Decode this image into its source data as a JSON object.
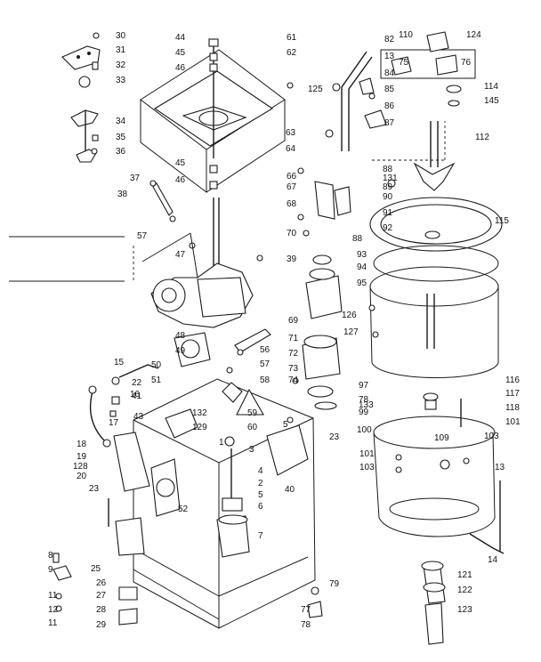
{
  "callouts": [
    {
      "id": "30",
      "text": "30"
    },
    {
      "id": "31",
      "text": "31"
    },
    {
      "id": "32",
      "text": "32"
    },
    {
      "id": "33",
      "text": "33"
    },
    {
      "id": "34",
      "text": "34"
    },
    {
      "id": "35",
      "text": "35"
    },
    {
      "id": "36",
      "text": "36"
    },
    {
      "id": "37",
      "text": "37"
    },
    {
      "id": "38",
      "text": "38"
    },
    {
      "id": "57a",
      "text": "57"
    },
    {
      "id": "44",
      "text": "44"
    },
    {
      "id": "45a",
      "text": "45"
    },
    {
      "id": "46a",
      "text": "46"
    },
    {
      "id": "45b",
      "text": "45"
    },
    {
      "id": "46b",
      "text": "46"
    },
    {
      "id": "61",
      "text": "61"
    },
    {
      "id": "62",
      "text": "62"
    },
    {
      "id": "47",
      "text": "47"
    },
    {
      "id": "39",
      "text": "39"
    },
    {
      "id": "82",
      "text": "82"
    },
    {
      "id": "13a",
      "text": "13"
    },
    {
      "id": "84",
      "text": "84"
    },
    {
      "id": "85",
      "text": "85"
    },
    {
      "id": "86",
      "text": "86"
    },
    {
      "id": "87",
      "text": "87"
    },
    {
      "id": "125",
      "text": "125"
    },
    {
      "id": "63",
      "text": "63"
    },
    {
      "id": "64",
      "text": "64"
    },
    {
      "id": "66",
      "text": "66"
    },
    {
      "id": "67",
      "text": "67"
    },
    {
      "id": "68",
      "text": "68"
    },
    {
      "id": "70",
      "text": "70"
    },
    {
      "id": "110",
      "text": "110"
    },
    {
      "id": "75",
      "text": "75"
    },
    {
      "id": "76",
      "text": "76"
    },
    {
      "id": "124",
      "text": "124"
    },
    {
      "id": "114",
      "text": "114"
    },
    {
      "id": "145",
      "text": "145"
    },
    {
      "id": "112",
      "text": "112"
    },
    {
      "id": "88a",
      "text": "88"
    },
    {
      "id": "131",
      "text": "131"
    },
    {
      "id": "89",
      "text": "89"
    },
    {
      "id": "90",
      "text": "90"
    },
    {
      "id": "91",
      "text": "91"
    },
    {
      "id": "92",
      "text": "92"
    },
    {
      "id": "88b",
      "text": "88"
    },
    {
      "id": "93",
      "text": "93"
    },
    {
      "id": "94",
      "text": "94"
    },
    {
      "id": "95",
      "text": "95"
    },
    {
      "id": "115",
      "text": "115"
    },
    {
      "id": "126",
      "text": "126"
    },
    {
      "id": "127",
      "text": "127"
    },
    {
      "id": "69",
      "text": "69"
    },
    {
      "id": "71",
      "text": "71"
    },
    {
      "id": "72",
      "text": "72"
    },
    {
      "id": "73",
      "text": "73"
    },
    {
      "id": "74",
      "text": "74"
    },
    {
      "id": "48",
      "text": "48"
    },
    {
      "id": "49",
      "text": "49"
    },
    {
      "id": "56",
      "text": "56"
    },
    {
      "id": "57b",
      "text": "57"
    },
    {
      "id": "58",
      "text": "58"
    },
    {
      "id": "15",
      "text": "15"
    },
    {
      "id": "50",
      "text": "50"
    },
    {
      "id": "51",
      "text": "51"
    },
    {
      "id": "22",
      "text": "22"
    },
    {
      "id": "16",
      "text": "16"
    },
    {
      "id": "41",
      "text": "41"
    },
    {
      "id": "43",
      "text": "43"
    },
    {
      "id": "17",
      "text": "17"
    },
    {
      "id": "132",
      "text": "132"
    },
    {
      "id": "129",
      "text": "129"
    },
    {
      "id": "59",
      "text": "59"
    },
    {
      "id": "60",
      "text": "60"
    },
    {
      "id": "5a",
      "text": "5"
    },
    {
      "id": "1",
      "text": "1"
    },
    {
      "id": "3",
      "text": "3"
    },
    {
      "id": "23a",
      "text": "23"
    },
    {
      "id": "18",
      "text": "18"
    },
    {
      "id": "19",
      "text": "19"
    },
    {
      "id": "128",
      "text": "128"
    },
    {
      "id": "20",
      "text": "20"
    },
    {
      "id": "23b",
      "text": "23"
    },
    {
      "id": "52",
      "text": "52"
    },
    {
      "id": "4",
      "text": "4"
    },
    {
      "id": "2",
      "text": "2"
    },
    {
      "id": "5b",
      "text": "5"
    },
    {
      "id": "6",
      "text": "6"
    },
    {
      "id": "40",
      "text": "40"
    },
    {
      "id": "7",
      "text": "7"
    },
    {
      "id": "8",
      "text": "8"
    },
    {
      "id": "9",
      "text": "9"
    },
    {
      "id": "25",
      "text": "25"
    },
    {
      "id": "26",
      "text": "26"
    },
    {
      "id": "27",
      "text": "27"
    },
    {
      "id": "28",
      "text": "28"
    },
    {
      "id": "29",
      "text": "29"
    },
    {
      "id": "11a",
      "text": "11"
    },
    {
      "id": "12",
      "text": "12"
    },
    {
      "id": "11b",
      "text": "11"
    },
    {
      "id": "79",
      "text": "79"
    },
    {
      "id": "77",
      "text": "77"
    },
    {
      "id": "78a",
      "text": "78"
    },
    {
      "id": "97",
      "text": "97"
    },
    {
      "id": "78b",
      "text": "78"
    },
    {
      "id": "99",
      "text": "99"
    },
    {
      "id": "133",
      "text": "133"
    },
    {
      "id": "100",
      "text": "100"
    },
    {
      "id": "116",
      "text": "116"
    },
    {
      "id": "117",
      "text": "117"
    },
    {
      "id": "118",
      "text": "118"
    },
    {
      "id": "101a",
      "text": "101"
    },
    {
      "id": "103a",
      "text": "103"
    },
    {
      "id": "109",
      "text": "109"
    },
    {
      "id": "101b",
      "text": "101"
    },
    {
      "id": "103b",
      "text": "103"
    },
    {
      "id": "13b",
      "text": "13"
    },
    {
      "id": "14",
      "text": "14"
    },
    {
      "id": "121",
      "text": "121"
    },
    {
      "id": "122",
      "text": "122"
    },
    {
      "id": "123",
      "text": "123"
    }
  ]
}
